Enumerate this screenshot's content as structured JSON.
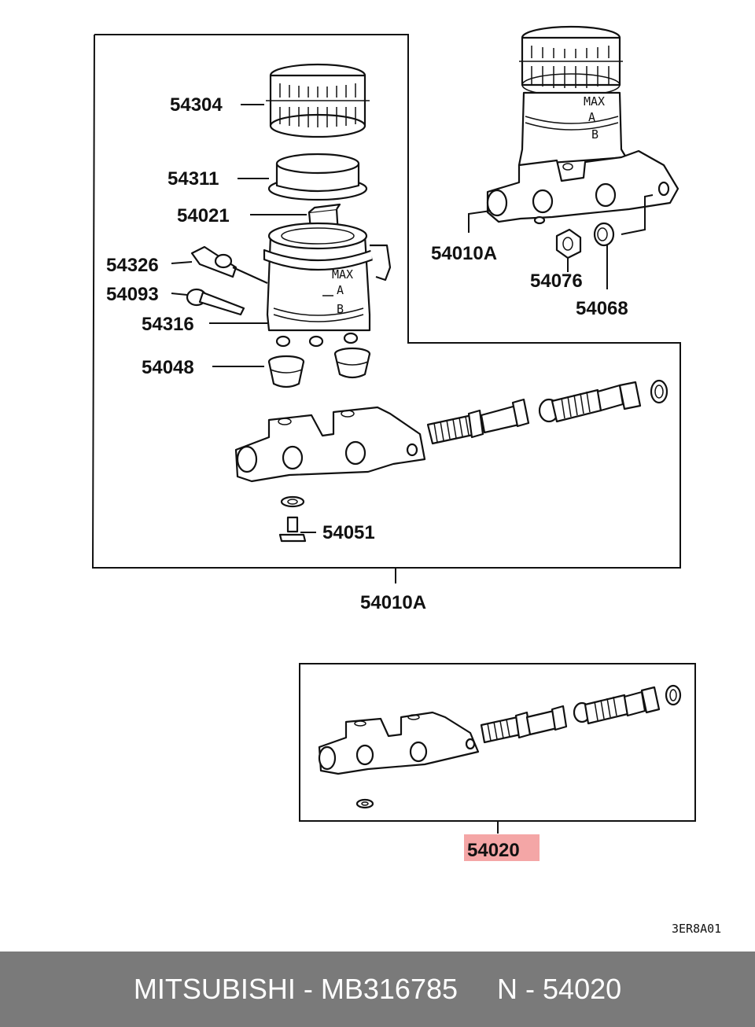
{
  "labels": {
    "l54304": "54304",
    "l54311": "54311",
    "l54021": "54021",
    "l54326": "54326",
    "l54093": "54093",
    "l54316": "54316",
    "l54048": "54048",
    "l54051": "54051",
    "l54010a_bottom": "54010A",
    "l54010a_right": "54010A",
    "l54076": "54076",
    "l54068": "54068",
    "l54020": "54020"
  },
  "reservoir_marks": {
    "max": "MAX",
    "a": "A",
    "b": "B"
  },
  "diagram_code": "3ER8A01",
  "footer": {
    "brand": "MITSUBISHI",
    "sep1": " - ",
    "part_number": "MB316785",
    "gap": "     ",
    "n_prefix": "N - ",
    "n_number": "54020"
  },
  "colors": {
    "highlight": "#f4a6a6",
    "footer_bg": "#7a7a7a",
    "footer_text": "#ffffff",
    "line": "#111111"
  }
}
